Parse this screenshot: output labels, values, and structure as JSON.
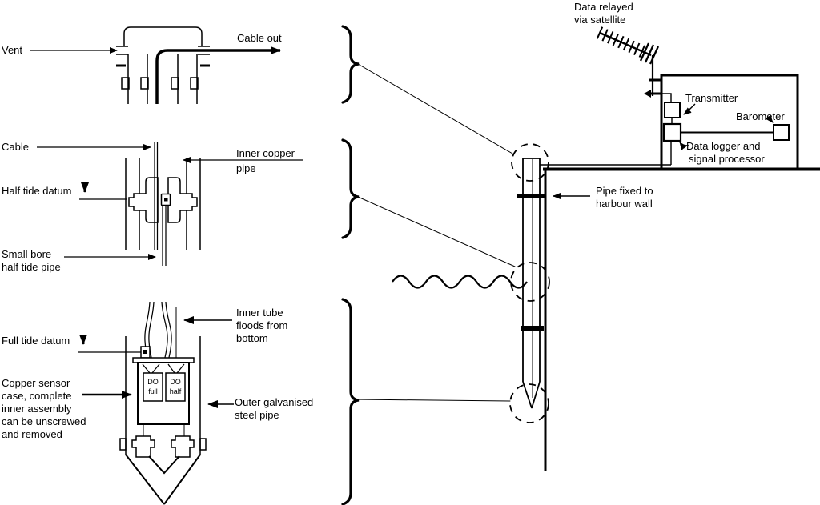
{
  "figure": {
    "title_hint": "Tide gauge: sensor details and harbour-wall installation",
    "colors": {
      "line": "#000000",
      "background": "#ffffff"
    },
    "labels": {
      "vent": "Vent",
      "cable_out": "Cable out",
      "cable": "Cable",
      "inner_copper_pipe": [
        "Inner copper",
        "pipe"
      ],
      "half_tide_datum": "Half tide datum",
      "small_bore_pipe": [
        "Small bore",
        "half tide pipe"
      ],
      "full_tide_datum": "Full tide datum",
      "sensor_case": [
        "Copper sensor",
        "case, complete",
        "inner assembly",
        "can be unscrewed",
        "and removed"
      ],
      "do_full": [
        "DO",
        "full"
      ],
      "do_half": [
        "DO",
        "half"
      ],
      "inner_tube": [
        "Inner tube",
        "floods from",
        "bottom"
      ],
      "outer_pipe": [
        "Outer galvanised",
        "steel pipe"
      ]
    },
    "installation_labels": {
      "satellite": [
        "Data relayed",
        "via satellite"
      ],
      "transmitter": "Transmitter",
      "barometer": "Barometer",
      "data_logger": [
        "Data logger and",
        "signal processor"
      ],
      "pipe_fixed": [
        "Pipe fixed to",
        "harbour wall"
      ]
    }
  }
}
